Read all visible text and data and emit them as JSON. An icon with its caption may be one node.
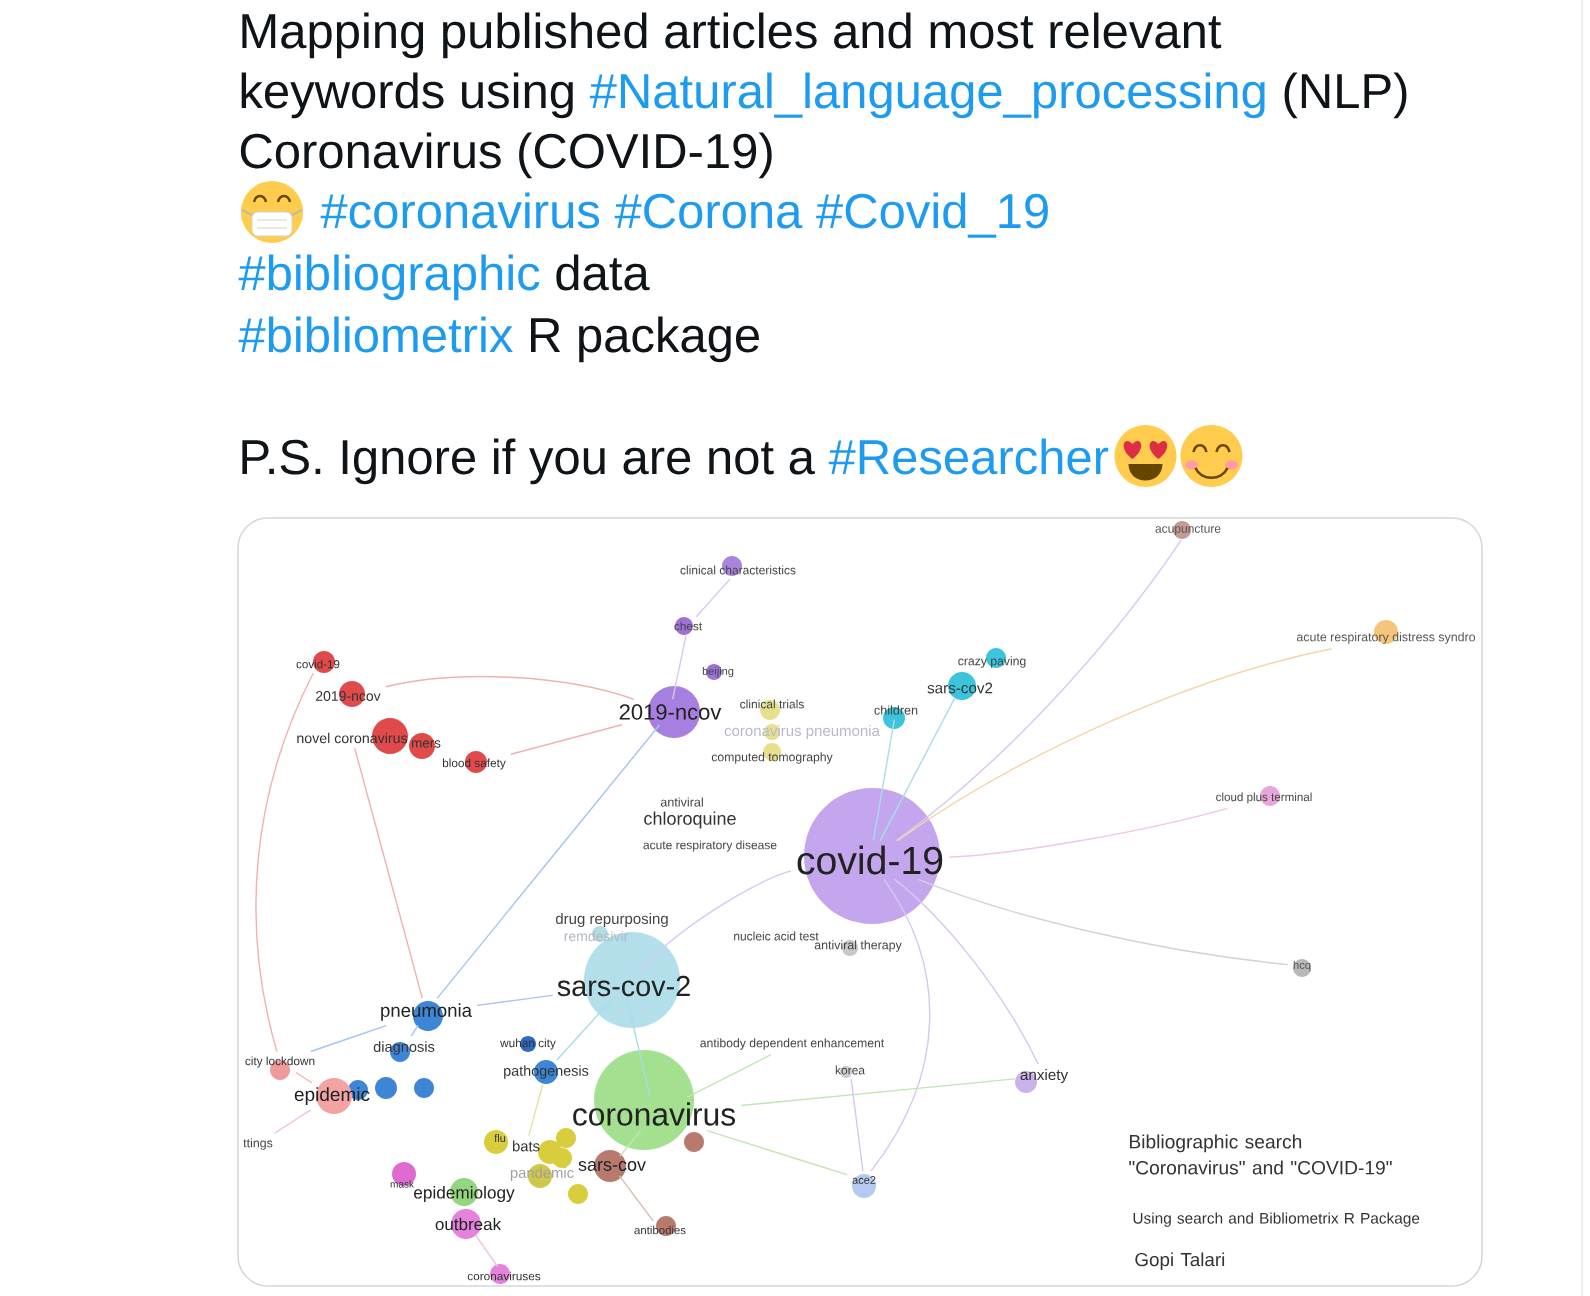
{
  "diagram": {
    "nodes": [
      {
        "text": [
          "acupuncture"
        ]
      },
      {
        "text": [
          "clinical characteristics"
        ]
      },
      {
        "text": [
          "chest"
        ]
      },
      {
        "text": [
          "acute respiratory distress syndro"
        ]
      },
      {
        "text": [
          "crazy paving"
        ]
      },
      {
        "text": [
          "covid-19"
        ]
      },
      {
        "text": [
          "beijing"
        ]
      },
      {
        "text": [
          "sars-cov2"
        ]
      },
      {
        "text": [
          "2019-ncov"
        ]
      },
      {
        "text": [
          "clinical trials"
        ]
      },
      {
        "text": [
          "children"
        ]
      },
      {
        "text": [
          "2019-ncov"
        ]
      },
      {
        "text": [
          "coronavirus pneumonia"
        ]
      },
      {
        "text": [
          "novel coronavirus"
        ]
      },
      {
        "text": [
          "mers"
        ]
      },
      {
        "text": [
          "computed tomography"
        ]
      },
      {
        "text": [
          "blood safety"
        ]
      },
      {
        "text": [
          "cloud plus terminal"
        ]
      },
      {
        "text": [
          "antiviral"
        ]
      },
      {
        "text": [
          "chloroquine"
        ]
      },
      {
        "text": [
          "acute respiratory disease"
        ]
      },
      {
        "text": [
          "covid-19"
        ]
      },
      {
        "text": [
          "drug repurposing"
        ]
      },
      {
        "text": [
          "remdesivir"
        ]
      },
      {
        "text": [
          "nucleic acid test"
        ]
      },
      {
        "text": [
          "antiviral therapy"
        ]
      },
      {
        "text": [
          "hcq"
        ]
      },
      {
        "text": [
          "sars-cov-2"
        ]
      },
      {
        "text": [
          "pneumonia"
        ]
      },
      {
        "text": [
          "antibody dependent enhancement"
        ]
      },
      {
        "text": [
          "wuhan city"
        ]
      },
      {
        "text": [
          "diagnosis"
        ]
      },
      {
        "text": [
          "city lockdown"
        ]
      },
      {
        "text": [
          "korea"
        ]
      },
      {
        "text": [
          "pathogenesis"
        ]
      },
      {
        "text": [
          "anxiety"
        ]
      },
      {
        "text": [
          "epidemic"
        ]
      },
      {
        "text": [
          "coronavirus"
        ]
      },
      {
        "text": [
          "flu"
        ]
      },
      {
        "text": [
          "ttings"
        ]
      },
      {
        "text": [
          "bats"
        ]
      },
      {
        "text": [
          "sars-cov"
        ]
      },
      {
        "text": [
          "pandemic"
        ]
      },
      {
        "text": [
          "ace2"
        ]
      },
      {
        "text": [
          "mask"
        ]
      },
      {
        "text": [
          "epidemiology"
        ]
      },
      {
        "text": [
          "outbreak"
        ]
      },
      {
        "text": [
          "antibodies"
        ]
      },
      {
        "text": [
          "coronaviruses"
        ]
      },
      {
        "text": [],
        "shape": "circle"
      },
      {
        "text": [],
        "shape": "circle"
      },
      {
        "text": [],
        "shape": "circle"
      },
      {
        "text": [],
        "shape": "circle"
      },
      {
        "text": [],
        "shape": "circle"
      },
      {
        "text": [],
        "shape": "circle"
      },
      {
        "text": [],
        "shape": "circle"
      }
    ],
    "edges": [
      {
        "from": 21,
        "to": 0,
        "arrow": "none"
      },
      {
        "from": 21,
        "to": 3,
        "arrow": "none",
        "color": "#f4d4a6"
      },
      {
        "from": 21,
        "to": 17,
        "arrow": "none",
        "color": "#efc6e6"
      },
      {
        "from": 21,
        "to": 26,
        "arrow": "none",
        "color": "#d2d2da"
      },
      {
        "from": 21,
        "to": 35,
        "arrow": "none"
      },
      {
        "from": 21,
        "to": 43,
        "arrow": "none"
      },
      {
        "from": 21,
        "to": 27,
        "arrow": "none"
      },
      {
        "from": 27,
        "to": 37,
        "arrow": "none",
        "color": "#a9dce8"
      },
      {
        "from": 28,
        "to": 27,
        "arrow": "none",
        "color": "#a6c4ec"
      },
      {
        "from": 28,
        "to": 31,
        "arrow": "none",
        "color": "#a6c4ec"
      },
      {
        "from": 28,
        "to": 11,
        "arrow": "none",
        "color": "#a6c4ec"
      },
      {
        "from": 8,
        "to": 11,
        "arrow": "none",
        "color": "#f2b0b0"
      },
      {
        "from": 16,
        "to": 11,
        "arrow": "none",
        "color": "#f2b0b0"
      },
      {
        "from": 13,
        "to": 28,
        "arrow": "none",
        "color": "#f2b0b0"
      },
      {
        "from": 5,
        "to": 32,
        "arrow": "none",
        "color": "#f2b0b0"
      },
      {
        "from": 32,
        "to": 36,
        "arrow": "none",
        "color": "#f2b0b0"
      },
      {
        "from": 10,
        "to": 21,
        "arrow": "none",
        "color": "#a9dce8"
      },
      {
        "from": 7,
        "to": 21,
        "arrow": "none",
        "color": "#a9dce8"
      },
      {
        "from": 11,
        "to": 2,
        "arrow": "none"
      },
      {
        "from": 2,
        "to": 1,
        "arrow": "none"
      },
      {
        "from": 37,
        "to": 41,
        "arrow": "none",
        "color": "#c2e6b2"
      },
      {
        "from": 37,
        "to": 43,
        "arrow": "none",
        "color": "#c2e6b2"
      },
      {
        "from": 37,
        "to": 35,
        "arrow": "none",
        "color": "#c2e6b2"
      },
      {
        "from": 41,
        "to": 47,
        "arrow": "none",
        "color": "#dcbab0"
      },
      {
        "from": 46,
        "to": 48,
        "arrow": "none",
        "color": "#ecbfe7"
      },
      {
        "from": 27,
        "to": 34,
        "arrow": "none",
        "color": "#a9dce8"
      },
      {
        "from": 34,
        "to": 40,
        "arrow": "none",
        "color": "#e6e1a2"
      },
      {
        "from": 28,
        "to": 32,
        "arrow": "none",
        "color": "#a6c4ec"
      },
      {
        "from": 36,
        "to": 39,
        "arrow": "none",
        "color": "#ecbfe7"
      },
      {
        "from": 29,
        "to": 37,
        "arrow": "none",
        "color": "#c2e6b2"
      },
      {
        "from": 33,
        "to": 43,
        "arrow": "none"
      }
    ],
    "labels": [
      "Mapping published articles and most relevant",
      "keywords using",
      "#Natural_language_processing",
      "(NLP)",
      "Coronavirus (COVID-19)",
      "#coronavirus",
      "#Corona",
      "#Covid_19",
      "#bibliographic",
      "data",
      "#bibliometrix",
      "R package",
      "P.S. Ignore if you are not a",
      "#Researcher",
      "Bibliographic search \"Coronavirus\" and \"COVID-19\"",
      "Using search and Bibliometrix R Package",
      "Gopi Talari"
    ]
  }
}
